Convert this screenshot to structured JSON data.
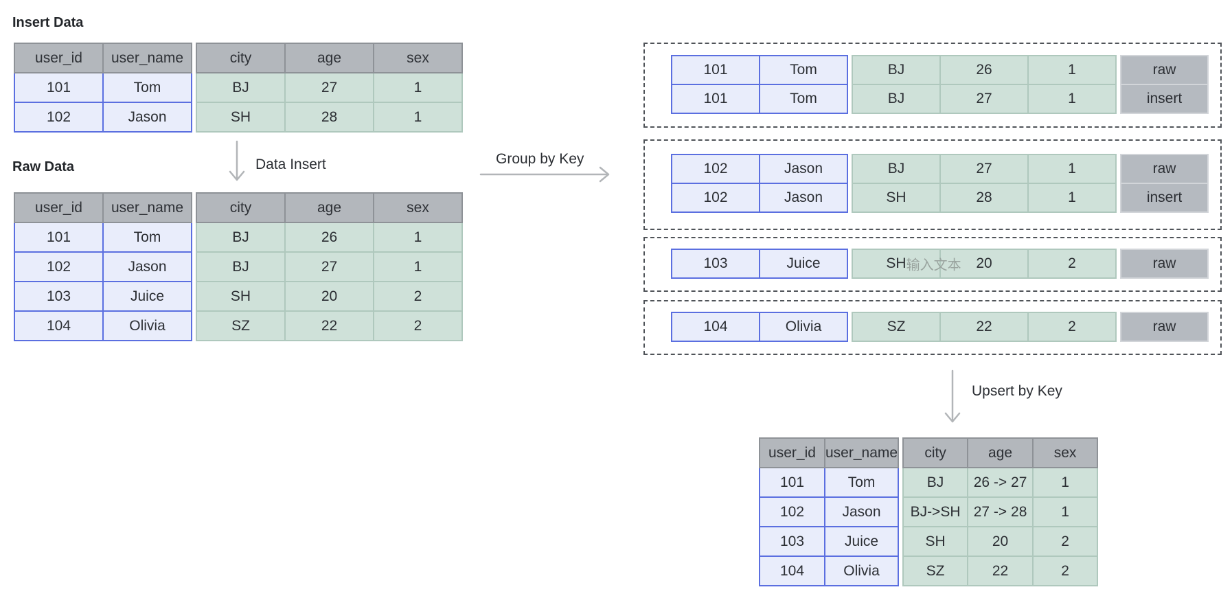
{
  "labels": {
    "insert_title": "Insert Data",
    "raw_title": "Raw Data",
    "data_insert": "Data Insert",
    "group_by_key": "Group by Key",
    "upsert_by_key": "Upsert by Key"
  },
  "headers": {
    "user_id": "user_id",
    "user_name": "user_name",
    "city": "city",
    "age": "age",
    "sex": "sex"
  },
  "insert_table": {
    "rows": [
      {
        "user_id": "101",
        "user_name": "Tom",
        "city": "BJ",
        "age": "27",
        "sex": "1"
      },
      {
        "user_id": "102",
        "user_name": "Jason",
        "city": "SH",
        "age": "28",
        "sex": "1"
      }
    ]
  },
  "raw_table": {
    "rows": [
      {
        "user_id": "101",
        "user_name": "Tom",
        "city": "BJ",
        "age": "26",
        "sex": "1"
      },
      {
        "user_id": "102",
        "user_name": "Jason",
        "city": "BJ",
        "age": "27",
        "sex": "1"
      },
      {
        "user_id": "103",
        "user_name": "Juice",
        "city": "SH",
        "age": "20",
        "sex": "2"
      },
      {
        "user_id": "104",
        "user_name": "Olivia",
        "city": "SZ",
        "age": "22",
        "sex": "2"
      }
    ]
  },
  "groups": [
    {
      "rows": [
        {
          "user_id": "101",
          "user_name": "Tom",
          "city": "BJ",
          "age": "26",
          "sex": "1",
          "tag": "raw"
        },
        {
          "user_id": "101",
          "user_name": "Tom",
          "city": "BJ",
          "age": "27",
          "sex": "1",
          "tag": "insert"
        }
      ]
    },
    {
      "rows": [
        {
          "user_id": "102",
          "user_name": "Jason",
          "city": "BJ",
          "age": "27",
          "sex": "1",
          "tag": "raw"
        },
        {
          "user_id": "102",
          "user_name": "Jason",
          "city": "SH",
          "age": "28",
          "sex": "1",
          "tag": "insert"
        }
      ]
    },
    {
      "rows": [
        {
          "user_id": "103",
          "user_name": "Juice",
          "city": "SH",
          "city_placeholder": "输入文本",
          "age": "20",
          "sex": "2",
          "tag": "raw"
        }
      ]
    },
    {
      "rows": [
        {
          "user_id": "104",
          "user_name": "Olivia",
          "city": "SZ",
          "age": "22",
          "sex": "2",
          "tag": "raw"
        }
      ]
    }
  ],
  "result_table": {
    "rows": [
      {
        "user_id": "101",
        "user_name": "Tom",
        "city": "BJ",
        "age": "26 -> 27",
        "sex": "1"
      },
      {
        "user_id": "102",
        "user_name": "Jason",
        "city": "BJ->SH",
        "age": "27 -> 28",
        "sex": "1"
      },
      {
        "user_id": "103",
        "user_name": "Juice",
        "city": "SH",
        "age": "20",
        "sex": "2"
      },
      {
        "user_id": "104",
        "user_name": "Olivia",
        "city": "SZ",
        "age": "22",
        "sex": "2"
      }
    ]
  },
  "colors": {
    "header_fill": "#b3b7bc",
    "header_border": "#8e9297",
    "key_fill": "#e9edfb",
    "key_border": "#5b6fe0",
    "value_fill": "#cfe1d9",
    "value_border": "#afc8bd",
    "tag_fill": "#b5bac0",
    "tag_border": "#d2d5d9",
    "group_box_border": "#4f5358",
    "arrow": "#b2b5b8",
    "placeholder_text": "#9aa49f"
  }
}
